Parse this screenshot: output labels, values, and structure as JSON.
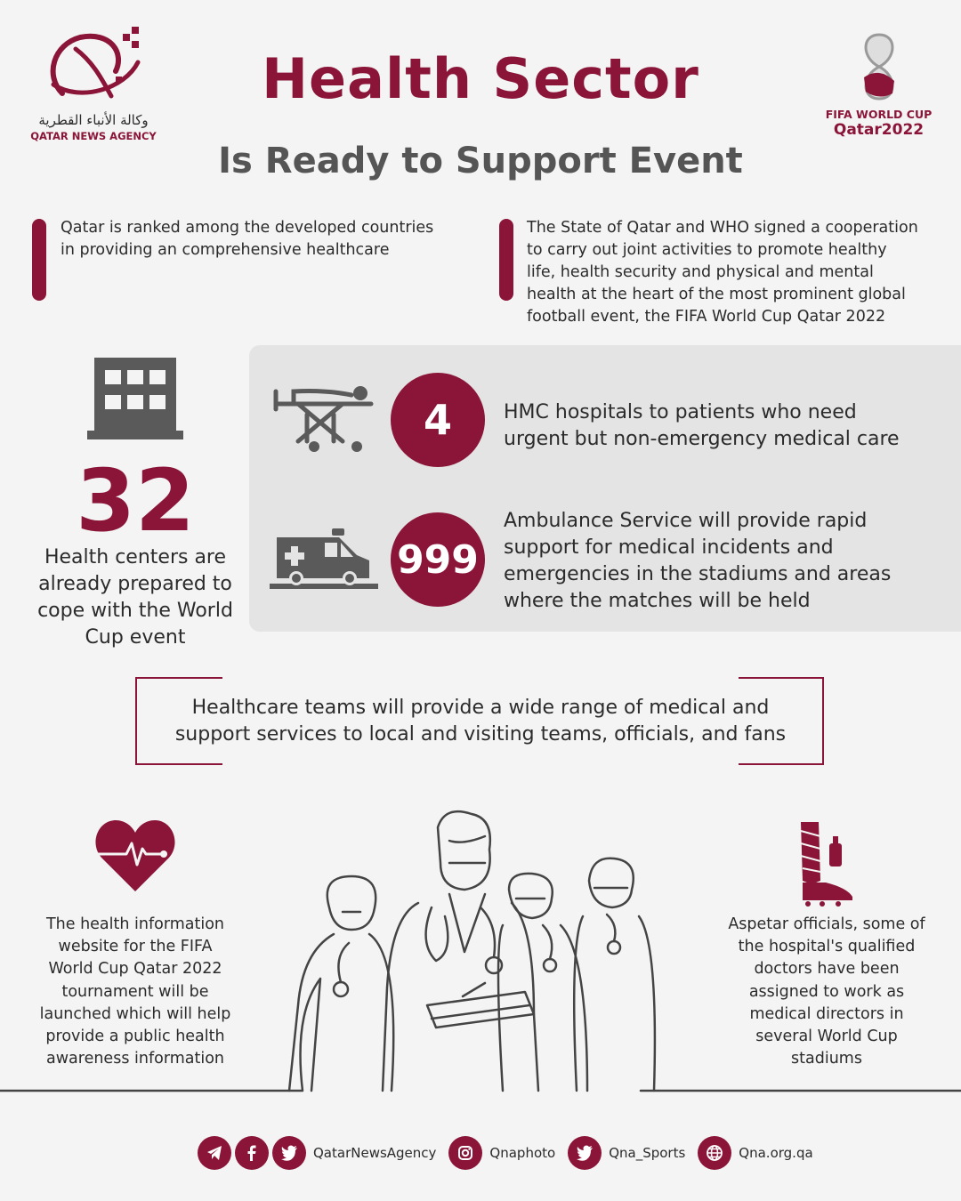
{
  "logo": {
    "arabic_name": "وكالة الأنباء القطرية",
    "english_name": "QATAR NEWS AGENCY"
  },
  "fifa_logo": {
    "line1": "FIFA WORLD CUP",
    "line2": "Qatar2022"
  },
  "header": {
    "title": "Health Sector",
    "subtitle": "Is Ready to Support Event"
  },
  "facts": [
    {
      "text": "Qatar is ranked among the developed countries in providing an comprehensive healthcare"
    },
    {
      "text": "The State of Qatar and WHO signed a cooperation to carry out joint activities to promote healthy life, health security and physical and mental health at the heart of the most prominent global football event, the FIFA World Cup Qatar 2022"
    }
  ],
  "health_centers": {
    "number": "32",
    "text": "Health centers are already prepared to cope with the World Cup event",
    "icon": "building-icon"
  },
  "stats": [
    {
      "number": "4",
      "text": "HMC hospitals to patients who need urgent but non-emergency medical care",
      "icon": "stretcher-icon"
    },
    {
      "number": "999",
      "text": "Ambulance Service will provide rapid support for medical incidents and emergencies in the stadiums and areas where the matches will be held",
      "icon": "ambulance-icon"
    }
  ],
  "callout": {
    "text": "Healthcare teams will provide a wide range of medical and support services to local and visiting teams, officials, and fans"
  },
  "bottom_left": {
    "text": "The health information website for the FIFA World Cup Qatar 2022 tournament will be launched which will help provide a public health awareness information",
    "icon": "heart-pulse-icon"
  },
  "bottom_right": {
    "text": "Aspetar officials, some of the hospital's qualified doctors have been assigned to work as medical directors in several World Cup stadiums",
    "icon": "injured-leg-icon"
  },
  "footer": {
    "links": [
      {
        "label": "QatarNewsAgency",
        "icons": [
          "telegram-icon",
          "facebook-icon",
          "twitter-icon"
        ]
      },
      {
        "label": "Qnaphoto",
        "icons": [
          "instagram-icon"
        ]
      },
      {
        "label": "Qna_Sports",
        "icons": [
          "twitter-icon"
        ]
      },
      {
        "label": "Qna.org.qa",
        "icons": [
          "globe-icon"
        ]
      }
    ]
  },
  "colors": {
    "accent": "#8a1538",
    "gray": "#5a5a5a",
    "panel": "#e4e4e4"
  }
}
